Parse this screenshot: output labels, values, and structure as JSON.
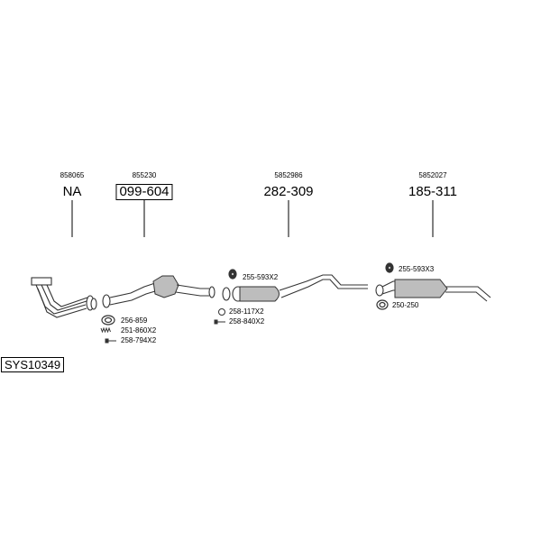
{
  "diagram_id": "SYS10349",
  "parts": [
    {
      "oem": "858065",
      "part_number": "NA",
      "boxed": false
    },
    {
      "oem": "855230",
      "part_number": "099-604",
      "boxed": true
    },
    {
      "oem": "5852986",
      "part_number": "282-309",
      "boxed": false
    },
    {
      "oem": "5852027",
      "part_number": "185-311",
      "boxed": false
    }
  ],
  "accessories": [
    {
      "code": "256-859",
      "icon": "gasket-ring-icon"
    },
    {
      "code": "251-860X2",
      "icon": "spring-icon"
    },
    {
      "code": "258-794X2",
      "icon": "bolt-icon"
    },
    {
      "code": "255-593X2",
      "icon": "rubber-hanger-icon"
    },
    {
      "code": "258-117X2",
      "icon": "o-ring-icon"
    },
    {
      "code": "258-840X2",
      "icon": "bolt-icon"
    },
    {
      "code": "255-593X3",
      "icon": "rubber-hanger-icon"
    },
    {
      "code": "250-250",
      "icon": "clamp-icon"
    }
  ]
}
